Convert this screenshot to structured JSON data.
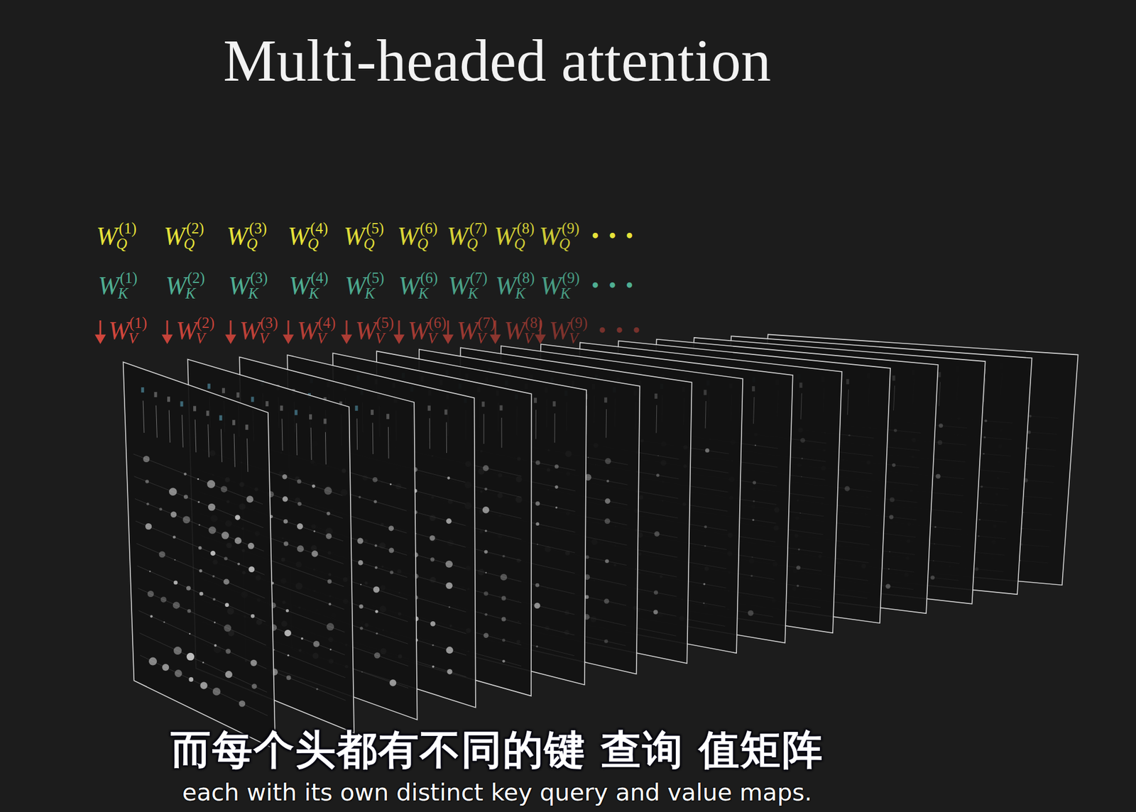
{
  "diagram": {
    "title": "Multi-headed attention",
    "caption": "而每个头都有不同的键 查询 值矩阵",
    "labels": [
      "W",
      "Q",
      "(1)",
      "W",
      "Q",
      "(2)",
      "W",
      "Q",
      "(3)",
      "W",
      "Q",
      "(4)",
      "W",
      "Q",
      "(5)",
      "W",
      "Q",
      "(6)",
      "W",
      "Q",
      "(7)",
      "W",
      "Q",
      "(8)",
      "W",
      "Q",
      "(9)",
      "• • •",
      "W",
      "K",
      "(1)",
      "W",
      "K",
      "(2)",
      "W",
      "K",
      "(3)",
      "W",
      "K",
      "(4)",
      "W",
      "K",
      "(5)",
      "W",
      "K",
      "(6)",
      "W",
      "K",
      "(7)",
      "W",
      "K",
      "(8)",
      "W",
      "K",
      "(9)",
      "• • •",
      "W",
      "V",
      "(1)",
      "W",
      "V",
      "(2)",
      "W",
      "V",
      "(3)",
      "W",
      "V",
      "(4)",
      "W",
      "V",
      "(5)",
      "W",
      "V",
      "(6)",
      "W",
      "V",
      "(7)",
      "W",
      "V",
      "(8)",
      "W",
      "V",
      "(9)",
      "• • •",
      "each with its own distinct key query and value maps."
    ]
  }
}
